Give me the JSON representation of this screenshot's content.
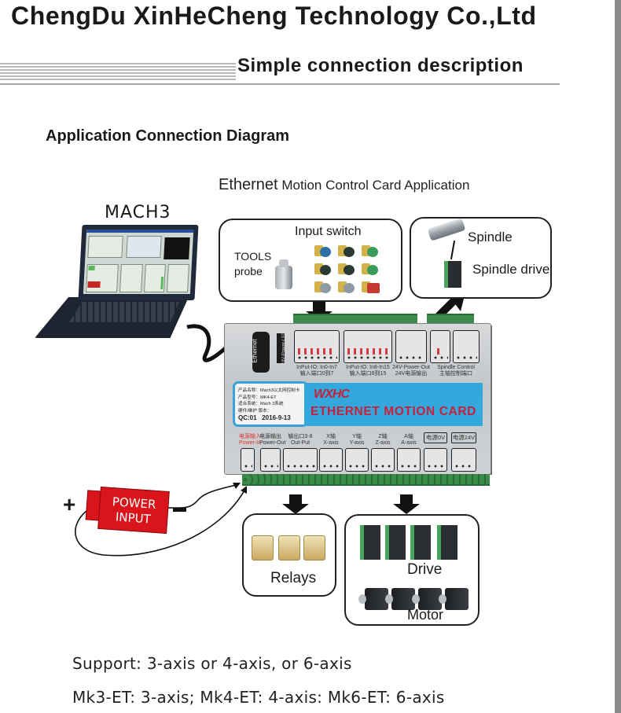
{
  "header": {
    "company": "ChengDu XinHeCheng Technology Co.,Ltd",
    "section_title": "Simple connection description"
  },
  "diagram": {
    "heading": "Application Connection Diagram",
    "subtitle_big": "Ethernet",
    "subtitle_small": " Motion Control Card Application",
    "computer_label": "MACH3",
    "input_box": {
      "title": "Input switch",
      "tools_line1": "TOOLS",
      "tools_line2": "probe"
    },
    "spindle_box": {
      "spindle": "Spindle",
      "spindle_drive": "Spindle drive"
    },
    "relays_box": {
      "label": "Relays"
    },
    "drive_box": {
      "drive": "Drive",
      "motor": "Motor"
    },
    "power": {
      "line1": "POWER",
      "line2": "INPUT",
      "plus": "+",
      "minus": "-"
    },
    "board": {
      "ethernet_port": "Ethernet",
      "led_label": "24V-Power-LED",
      "top_groups": [
        {
          "caption1": "InPut-IO: In0-In7",
          "caption2": "输入端口0到7"
        },
        {
          "caption1": "InPut-IO: In8-In15",
          "caption2": "输入端口8到15"
        },
        {
          "caption1": "24V-Power-Out",
          "caption2": "24V电源输出"
        },
        {
          "caption1": "Spindle Control",
          "caption2": "主轴控制端口"
        }
      ],
      "info_card": {
        "line1": "产品名称：Mach3以太网控制卡",
        "line2": "产品型号：MK4-ET",
        "line3": "适合系统：Mach 3系统",
        "line4": "硬件/维护 版本：",
        "qc": "QC:01",
        "date": "2016-9-13"
      },
      "brand_logo": "WXHC",
      "brand_text": "ETHERNET MOTION CARD",
      "bottom_groups": [
        {
          "caption1": "电源输入",
          "caption2": "Power-In"
        },
        {
          "caption1": "电源输出",
          "caption2": "Power-Out"
        },
        {
          "caption1": "输出口3-8",
          "caption2": "Out-Put"
        },
        {
          "caption1": "X轴",
          "caption2": "X-axis"
        },
        {
          "caption1": "Y轴",
          "caption2": "Y-axis"
        },
        {
          "caption1": "Z轴",
          "caption2": "Z-axis"
        },
        {
          "caption1": "A轴",
          "caption2": "A-axis"
        },
        {
          "caption1": "电源0V",
          "caption2": ""
        },
        {
          "caption1": "电源24V",
          "caption2": ""
        }
      ]
    }
  },
  "footer": {
    "support": "Support: 3-axis or 4-axis,  or 6-axis",
    "models": "Mk3-ET:  3-axis;  Mk4-ET:  4-axis:  Mk6-ET:  6-axis"
  },
  "colors": {
    "brand_panel": "#33a8dd",
    "brand_red": "#c8203a",
    "power_red": "#d9141b",
    "terminal_green": "#3d8b4a"
  }
}
